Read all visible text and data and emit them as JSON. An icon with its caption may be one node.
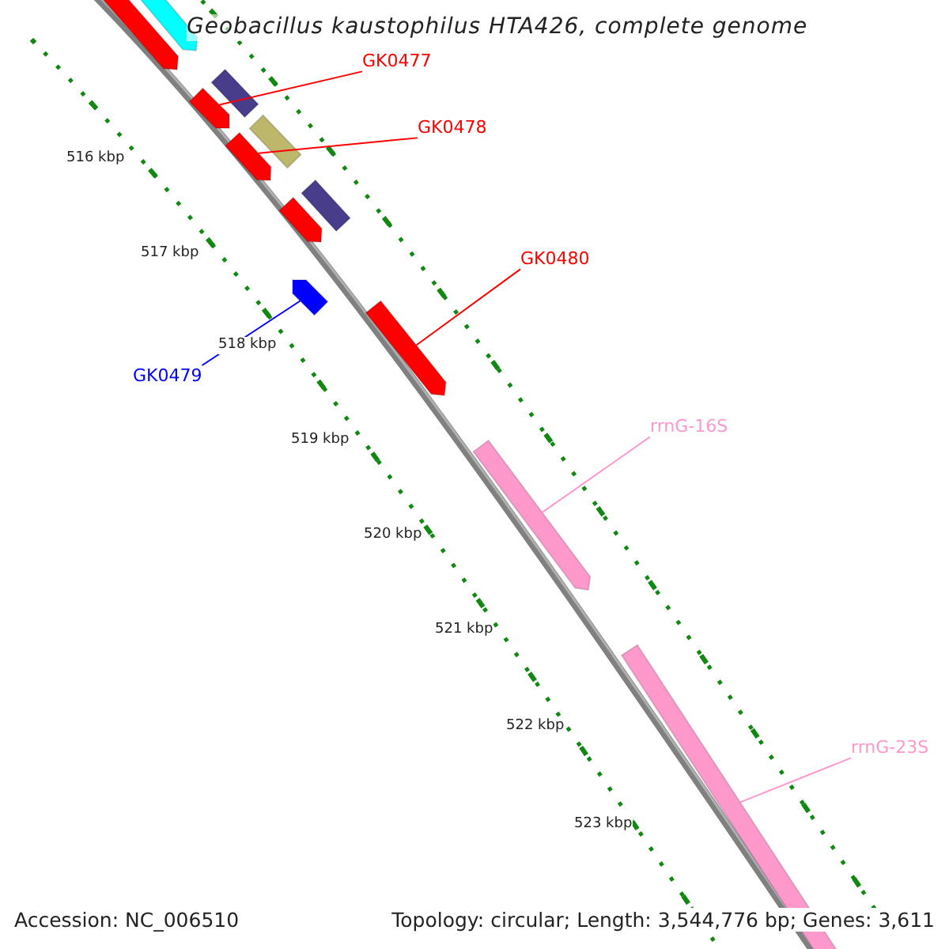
{
  "diagram": {
    "title": "Geobacillus kaustophilus HTA426, complete genome",
    "nodes": [
      {
        "text": [],
        "shape": "bar"
      },
      {
        "text": [],
        "shape": "bar"
      },
      {
        "text": [],
        "shape": "bar"
      },
      {
        "text": [],
        "shape": "bar"
      },
      {
        "text": [],
        "shape": "bar"
      },
      {
        "text": [],
        "shape": "bar"
      },
      {
        "text": [],
        "shape": "bar"
      },
      {
        "text": [],
        "shape": "bar"
      },
      {
        "text": [],
        "shape": "bar"
      },
      {
        "text": [],
        "shape": "bar"
      },
      {
        "text": [],
        "shape": "bar"
      },
      {
        "text": [],
        "shape": "bar"
      },
      {
        "text": [
          "GK0477"
        ]
      },
      {
        "text": [
          "GK0478"
        ]
      },
      {
        "text": [
          "GK0480"
        ]
      },
      {
        "text": [
          "GK0479"
        ]
      },
      {
        "text": [
          "rrnG-16S"
        ]
      },
      {
        "text": [
          "rrnG-23S"
        ]
      }
    ],
    "edges": [
      {
        "from": 12,
        "to": 3,
        "arrow": "none"
      },
      {
        "from": 13,
        "to": 5,
        "arrow": "none"
      },
      {
        "from": 14,
        "to": 9,
        "arrow": "none"
      },
      {
        "from": 15,
        "to": 8,
        "arrow": "none",
        "color": "#0000ff"
      },
      {
        "from": 16,
        "to": 10,
        "arrow": "none",
        "color": "#ff99cc"
      },
      {
        "from": 17,
        "to": 11,
        "arrow": "none",
        "color": "#ff99cc"
      }
    ],
    "labels": [
      "516 kbp",
      "517 kbp",
      "518 kbp",
      "519 kbp",
      "520 kbp",
      "521 kbp",
      "522 kbp",
      "523 kbp",
      "Accession: NC_006510",
      "Topology: circular; Length: 3,544,776 bp; Genes: 3,611"
    ]
  }
}
